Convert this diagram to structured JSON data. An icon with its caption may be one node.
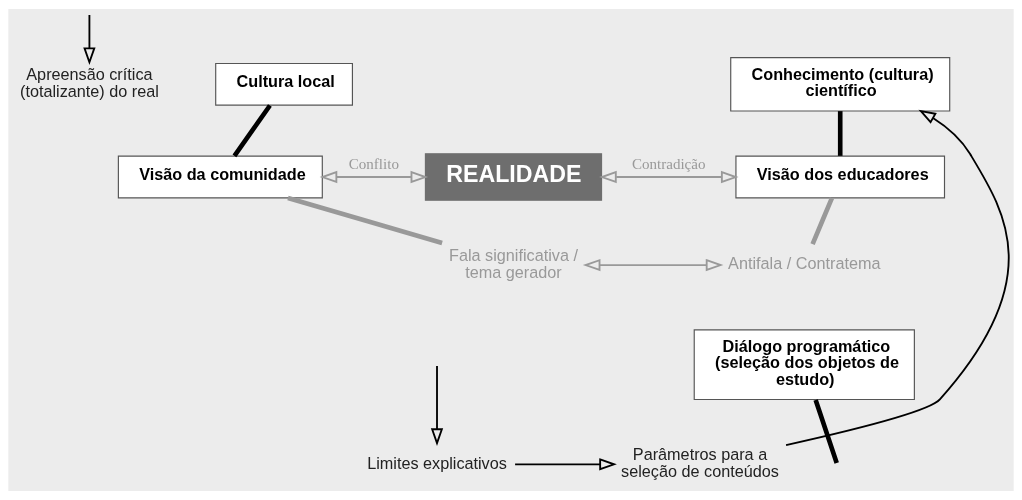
{
  "diagram": {
    "nodes": [
      {
        "text": [
          "Cultura local"
        ]
      },
      {
        "text": [
          "Conhecimento (cultura) científico"
        ]
      },
      {
        "text": [
          "Apreensão crítica (totalizante) do real"
        ]
      },
      {
        "text": [
          "Visão da comunidade"
        ]
      },
      {
        "text": [
          "REALIDADE"
        ]
      },
      {
        "text": [
          "Visão dos educadores"
        ]
      },
      {
        "text": [
          "Fala significativa / tema gerador"
        ]
      },
      {
        "text": [
          "Antifala / Contratema"
        ]
      },
      {
        "text": [
          "Diálogo programático (seleção dos objetos de estudo)"
        ]
      },
      {
        "text": [
          "Limites explicativos"
        ]
      },
      {
        "text": [
          "Parâmetros para a seleção de conteúdos"
        ]
      }
    ],
    "edges": [
      {
        "from": null,
        "to": 2,
        "arrow": "to"
      },
      {
        "from": 0,
        "to": 3,
        "arrow": "none",
        "style": "thick"
      },
      {
        "from": 1,
        "to": 5,
        "arrow": "none",
        "style": "thick"
      },
      {
        "from": 3,
        "to": 4,
        "arrow": "both",
        "label": "Conflito",
        "color": "#999999"
      },
      {
        "from": 4,
        "to": 5,
        "arrow": "both",
        "label": "Contradição",
        "color": "#999999"
      },
      {
        "from": 3,
        "to": 6,
        "arrow": "none",
        "style": "thick",
        "color": "#999999"
      },
      {
        "from": 5,
        "to": 7,
        "arrow": "none",
        "style": "thick",
        "color": "#999999"
      },
      {
        "from": 6,
        "to": 7,
        "arrow": "both",
        "color": "#999999"
      },
      {
        "from": 8,
        "to": null,
        "arrow": "none",
        "style": "thick"
      },
      {
        "from": null,
        "to": 9,
        "arrow": "to"
      },
      {
        "from": 9,
        "to": 10,
        "arrow": "to"
      },
      {
        "from": 10,
        "to": 1,
        "arrow": "to"
      }
    ]
  }
}
